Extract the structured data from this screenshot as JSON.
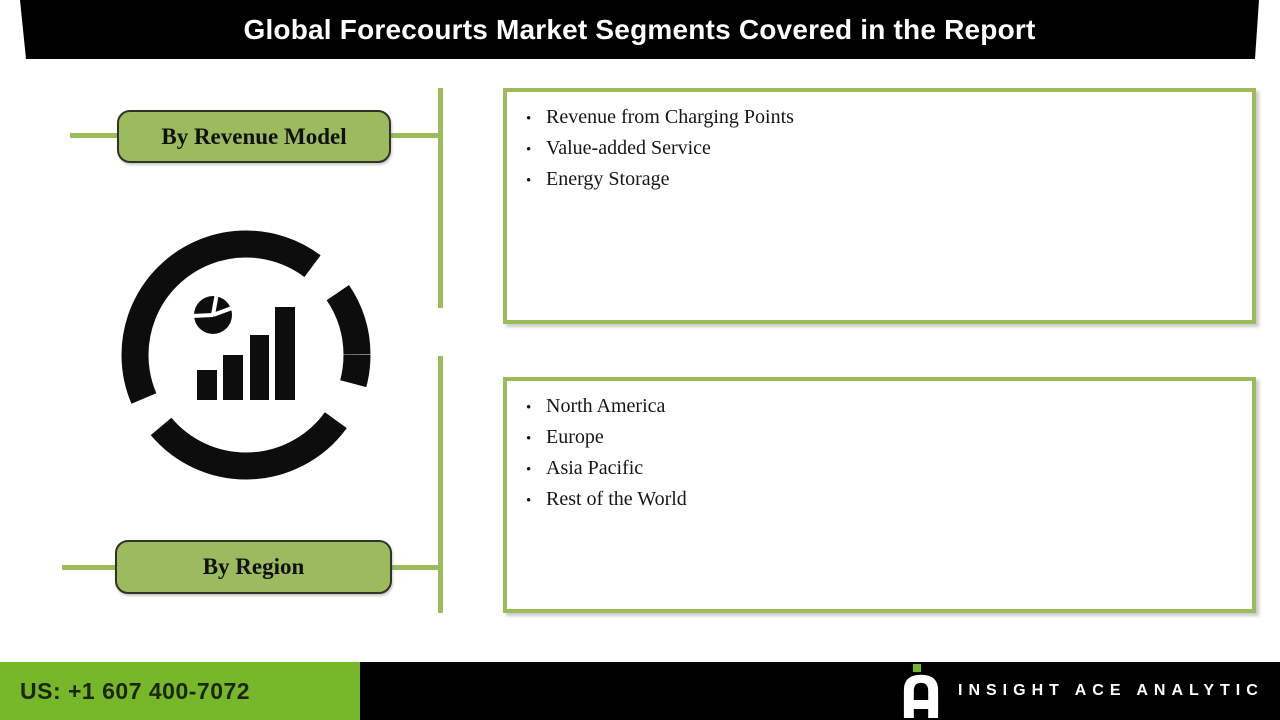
{
  "header": {
    "title": "Global Forecourts Market Segments Covered in the Report"
  },
  "segments": [
    {
      "label": "By Revenue Model",
      "items": [
        "Revenue from Charging Points",
        "Value-added Service",
        "Energy Storage"
      ]
    },
    {
      "label": "By Region",
      "items": [
        "North America",
        "Europe",
        "Asia Pacific",
        "Rest of the World"
      ]
    }
  ],
  "icon": {
    "name": "market-analytics-icon"
  },
  "footer": {
    "phone": "US: +1 607 400-7072",
    "brand": "INSIGHT ACE ANALYTIC"
  },
  "colors": {
    "accent_green": "#9CBB59",
    "bright_green": "#76B82A",
    "banner_black": "#000000",
    "icon_black": "#0d0d0d"
  },
  "bullet_char": "•"
}
